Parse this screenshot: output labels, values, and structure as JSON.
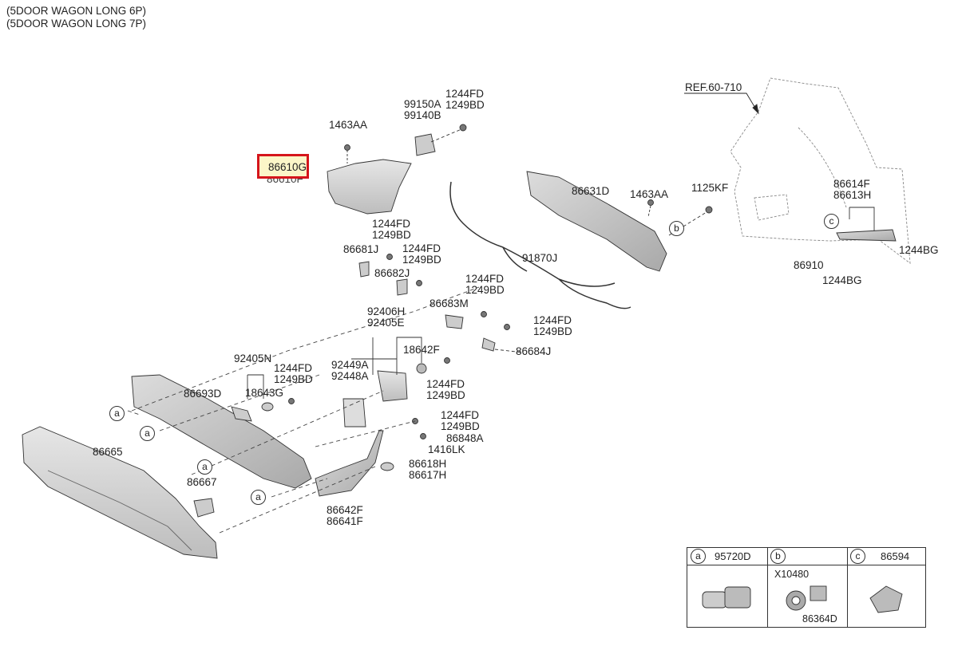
{
  "header": {
    "line1": "(5DOOR WAGON LONG 6P)",
    "line2": "(5DOOR WAGON LONG 7P)"
  },
  "highlight": {
    "selected_part": "86610G",
    "hidden_part": "86610F",
    "color": "#d5151b"
  },
  "ref": "REF.60-710",
  "labels": {
    "p1463AA_top": "1463AA",
    "p99150A": "99150A",
    "p99140B": "99140B",
    "p1244FD_a": "1244FD",
    "p1249BD_a": "1249BD",
    "p86631D": "86631D",
    "p1463AA_mid": "1463AA",
    "p1125KF": "1125KF",
    "p86614F": "86614F",
    "p86613H": "86613H",
    "p1244BG_r": "1244BG",
    "p86910": "86910",
    "p1244BG_b": "1244BG",
    "p1244FD_b": "1244FD",
    "p1249BD_b": "1249BD",
    "p86681J": "86681J",
    "p1244FD_c": "1244FD",
    "p1249BD_c": "1249BD",
    "p86682J": "86682J",
    "p91870J": "91870J",
    "p1244FD_d": "1244FD",
    "p1249BD_d": "1249BD",
    "p86683M": "86683M",
    "p1244FD_e": "1244FD",
    "p1249BD_e": "1249BD",
    "p86684J": "86684J",
    "p92406H": "92406H",
    "p92405E": "92405E",
    "p18642F": "18642F",
    "p92449A": "92449A",
    "p92448A": "92448A",
    "p1244FD_f": "1244FD",
    "p1249BD_f": "1249BD",
    "p92405N": "92405N",
    "p1244FD_g": "1244FD",
    "p1249BD_g": "1249BD",
    "p86693D": "86693D",
    "p18643G": "18643G",
    "p1244FD_h": "1244FD",
    "p1249BD_h": "1249BD",
    "p86848A": "86848A",
    "p1416LK": "1416LK",
    "p86618H": "86618H",
    "p86617H": "86617H",
    "p86665": "86665",
    "p86667": "86667",
    "p86642F": "86642F",
    "p86641F": "86641F"
  },
  "callouts": {
    "a": "a",
    "b": "b",
    "c": "c"
  },
  "legend": {
    "cols": [
      {
        "key": "a",
        "code": "95720D",
        "subs": []
      },
      {
        "key": "b",
        "code": "",
        "subs": [
          "X10480",
          "86364D"
        ]
      },
      {
        "key": "c",
        "code": "86594",
        "subs": []
      }
    ]
  }
}
